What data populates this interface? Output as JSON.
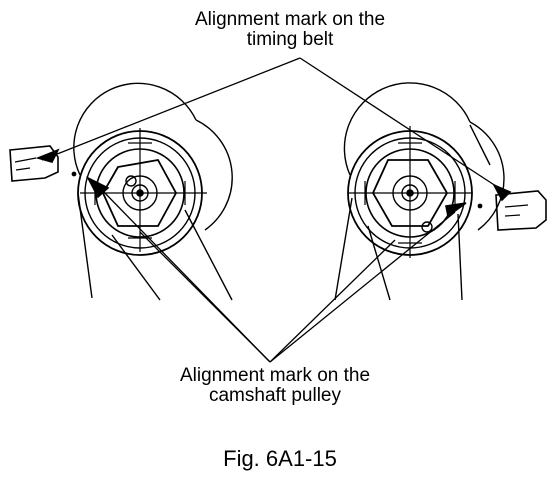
{
  "labels": {
    "belt_line1": "Alignment mark on the",
    "belt_line2": "timing belt",
    "pulley_line1": "Alignment mark on the",
    "pulley_line2": "camshaft pulley",
    "figure_number": "Fig. 6A1-15"
  },
  "colors": {
    "ink": "#000000",
    "paper": "#ffffff"
  }
}
